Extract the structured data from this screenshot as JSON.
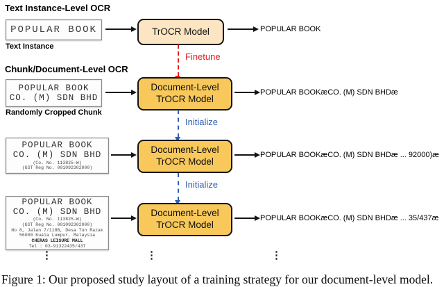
{
  "headings": {
    "section1": "Text Instance-Level OCR",
    "section2": "Chunk/Document-Level OCR"
  },
  "labels": {
    "text_instance": "Text Instance",
    "random_chunk": "Randomly Cropped Chunk",
    "finetune": "Finetune",
    "initialize": "Initialize",
    "ellipsis": "⋮"
  },
  "boxes": {
    "trocr_model": "TrOCR Model",
    "doc_level_line1": "Document-Level",
    "doc_level_line2": "TrOCR Model"
  },
  "inputs": {
    "instance": {
      "line1": "POPULAR BOOK"
    },
    "chunk": {
      "line1": "POPULAR BOOK",
      "line2": "CO. (M) SDN BHD"
    },
    "receipt_small": {
      "line1": "POPULAR BOOK",
      "line2": "CO. (M) SDN BHD",
      "line3": "(Co. No. 113825-W)",
      "line4": "(GST Reg No. 001092302000)"
    },
    "receipt_large": {
      "line1": "POPULAR BOOK",
      "line2": "CO. (M) SDN BHD",
      "line3": "(Co. No. 113825-W)",
      "line4": "(GST Reg No. 001092302000)",
      "line5": "No 8, Jalan 7/118B, Desa Tun Razak",
      "line6": "56000 Kuala Lumpur, Malaysia",
      "line7": "CHERAS LEISURE MALL",
      "line8": "Tel : 03-91322435/437"
    }
  },
  "outputs": {
    "row1": "POPULAR BOOK",
    "row2": "POPULAR BOOKæCO. (M) SDN BHDæ",
    "row3": "POPULAR BOOKæCO. (M) SDN BHDæ ... 92000)æ",
    "row4": "POPULAR BOOKæCO. (M) SDN BHDæ ... 35/437æ"
  },
  "caption": "Figure 1: Our proposed study layout of a training strategy for our document-level model.",
  "colors": {
    "trocr_box_fill": "#fbe5c3",
    "doc_box_fill": "#f8c85a",
    "box_border": "#141414",
    "finetune_red": "#df2020",
    "initialize_blue": "#2e5fac"
  }
}
